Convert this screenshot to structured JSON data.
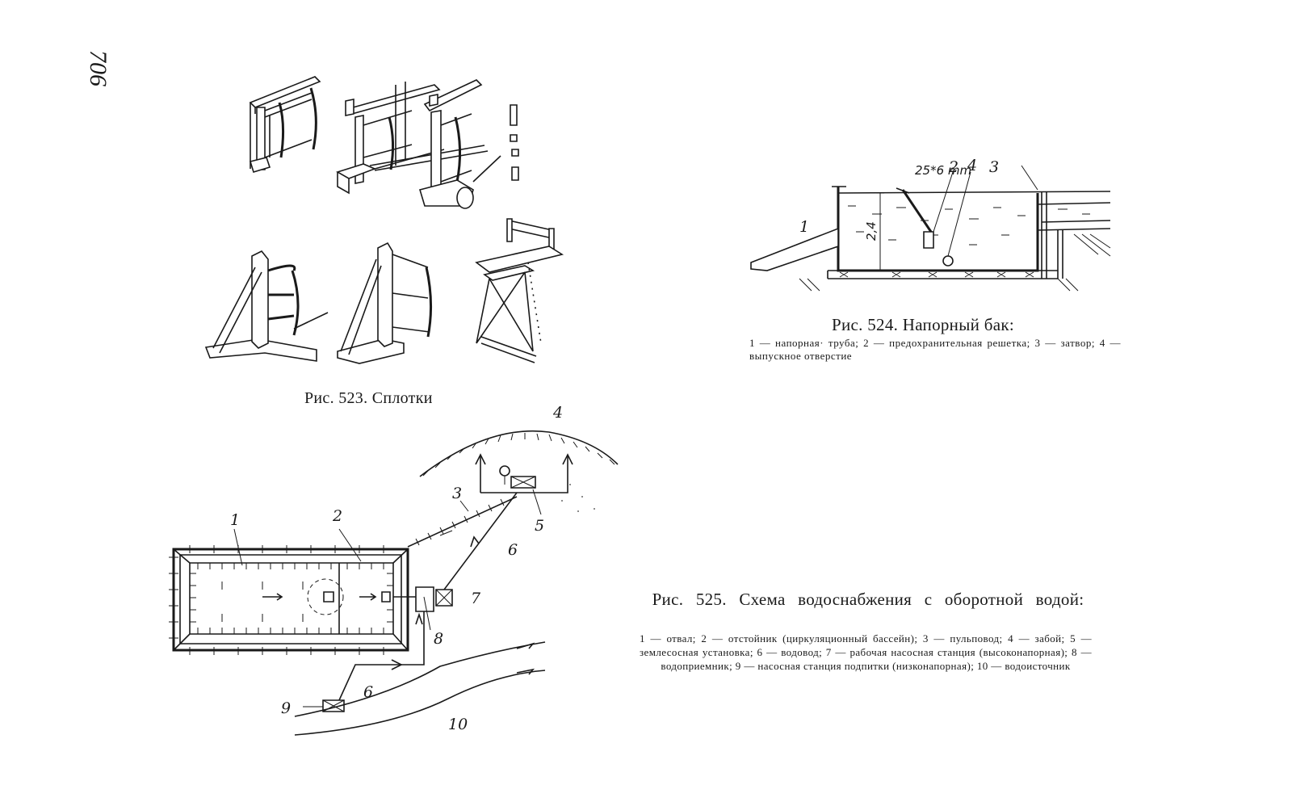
{
  "page_number": "706",
  "figures": {
    "fig523": {
      "caption": "Рис. 523. Сплотки"
    },
    "fig524": {
      "caption": "Рис. 524. Напорный бак:",
      "legend": "1 — напорная· труба; 2 — предохранительная решетка; 3 — затвор; 4 — выпускное отверстие",
      "labels": {
        "dim_top": "25*6 mm",
        "n1": "1",
        "n2": "2",
        "n3": "3",
        "n4": "4",
        "height": "2,4"
      }
    },
    "fig525": {
      "caption": "Рис. 525. Схема водоснабжения с оборотной водой:",
      "legend": "1 — отвал; 2 — отстойник (циркуляционный бассейн); 3 — пульповод; 4 — забой; 5 — землесосная установка; 6 — водовод; 7 — рабочая насосная станция (высоконапорная); 8 — водоприемник; 9 — насосная станция подпитки (низконапорная); 10 — водоисточник",
      "labels": {
        "n1": "1",
        "n2": "2",
        "n3": "3",
        "n4": "4",
        "n5": "5",
        "n6a": "6",
        "n6b": "6",
        "n7": "7",
        "n8": "8",
        "n9": "9",
        "n10": "10"
      }
    }
  }
}
